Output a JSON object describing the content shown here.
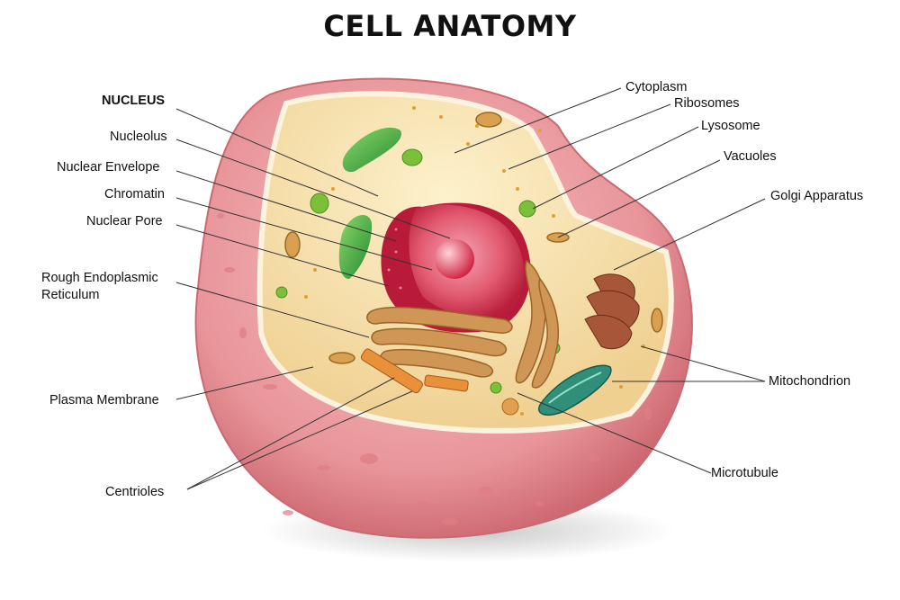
{
  "title": "CELL ANATOMY",
  "labels": {
    "nucleus": "NUCLEUS",
    "nucleolus": "Nucleolus",
    "nuclear_envelope": "Nuclear Envelope",
    "chromatin": "Chromatin",
    "nuclear_pore": "Nuclear Pore",
    "rough_er_line1": "Rough Endoplasmic",
    "rough_er_line2": "Reticulum",
    "plasma_membrane": "Plasma Membrane",
    "centrioles": "Centrioles",
    "cytoplasm": "Cytoplasm",
    "ribosomes": "Ribosomes",
    "lysosome": "Lysosome",
    "vacuoles": "Vacuoles",
    "golgi_apparatus": "Golgi Apparatus",
    "mitochondrion": "Mitochondrion",
    "microtubule": "Microtubule"
  },
  "stock_id": "430633149",
  "colors": {
    "membrane": "#e58a8e",
    "cytoplasm": "#f5dca0",
    "nucleus": "#d8304a",
    "er": "#c98b4a",
    "golgi": "#9a4a32",
    "green_organelle": "#3aa04a",
    "mitochondrion": "#2f8f7a"
  }
}
